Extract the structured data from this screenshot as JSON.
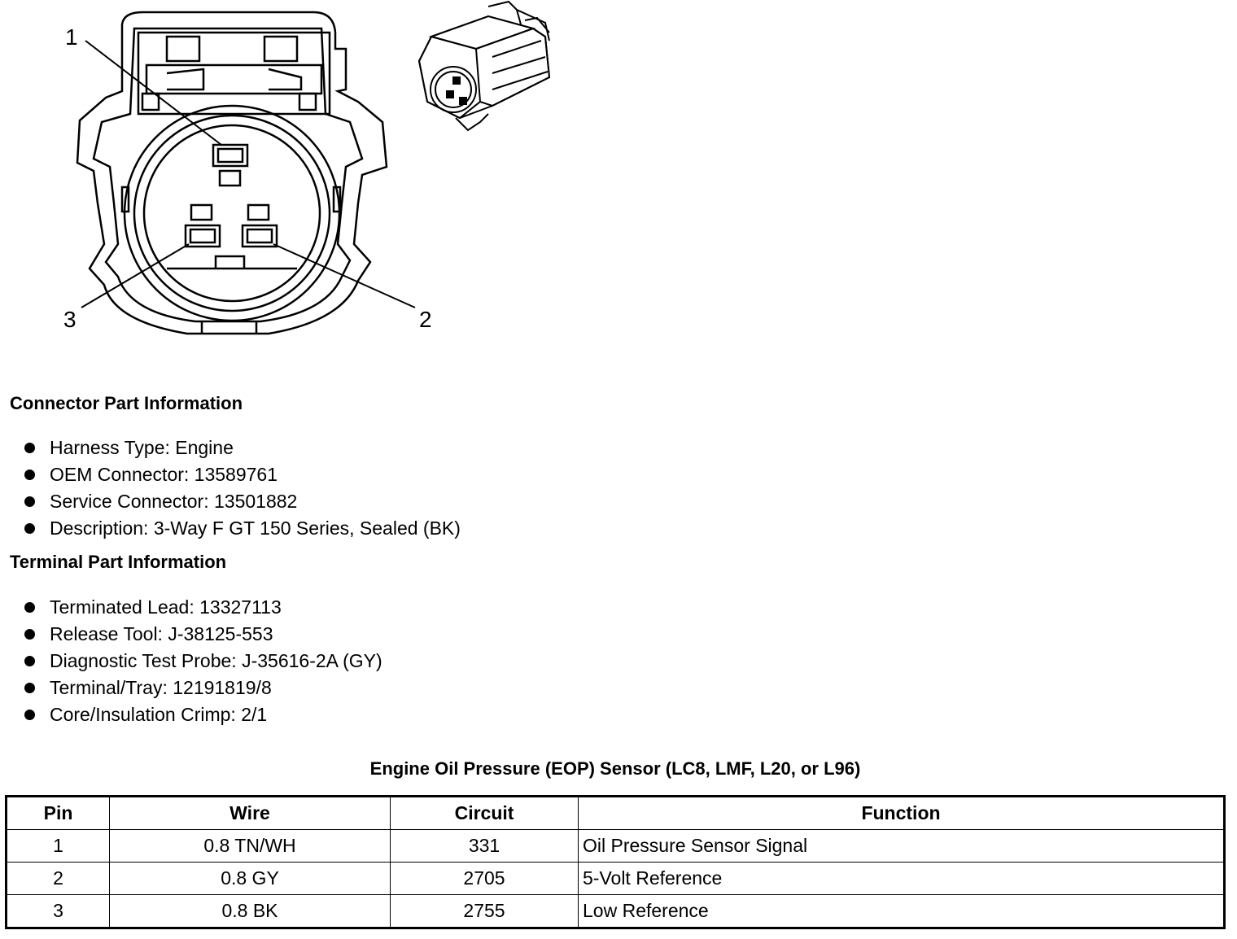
{
  "diagram": {
    "pin_callouts": [
      "1",
      "2",
      "3"
    ]
  },
  "connector_info": {
    "title": "Connector Part Information",
    "items": [
      "Harness Type: Engine",
      "OEM Connector: 13589761",
      "Service Connector: 13501882",
      "Description: 3-Way F GT 150 Series, Sealed (BK)"
    ]
  },
  "terminal_info": {
    "title": "Terminal Part Information",
    "items": [
      "Terminated Lead: 13327113",
      "Release Tool: J-38125-553",
      "Diagnostic Test Probe: J-35616-2A (GY)",
      "Terminal/Tray: 12191819/8",
      "Core/Insulation Crimp: 2/1"
    ]
  },
  "pin_table": {
    "title": "Engine Oil Pressure (EOP) Sensor (LC8, LMF, L20, or L96)",
    "headers": [
      "Pin",
      "Wire",
      "Circuit",
      "Function"
    ],
    "rows": [
      [
        "1",
        "0.8 TN/WH",
        "331",
        "Oil Pressure Sensor Signal"
      ],
      [
        "2",
        "0.8 GY",
        "2705",
        "5-Volt Reference"
      ],
      [
        "3",
        "0.8 BK",
        "2755",
        "Low Reference"
      ]
    ]
  }
}
